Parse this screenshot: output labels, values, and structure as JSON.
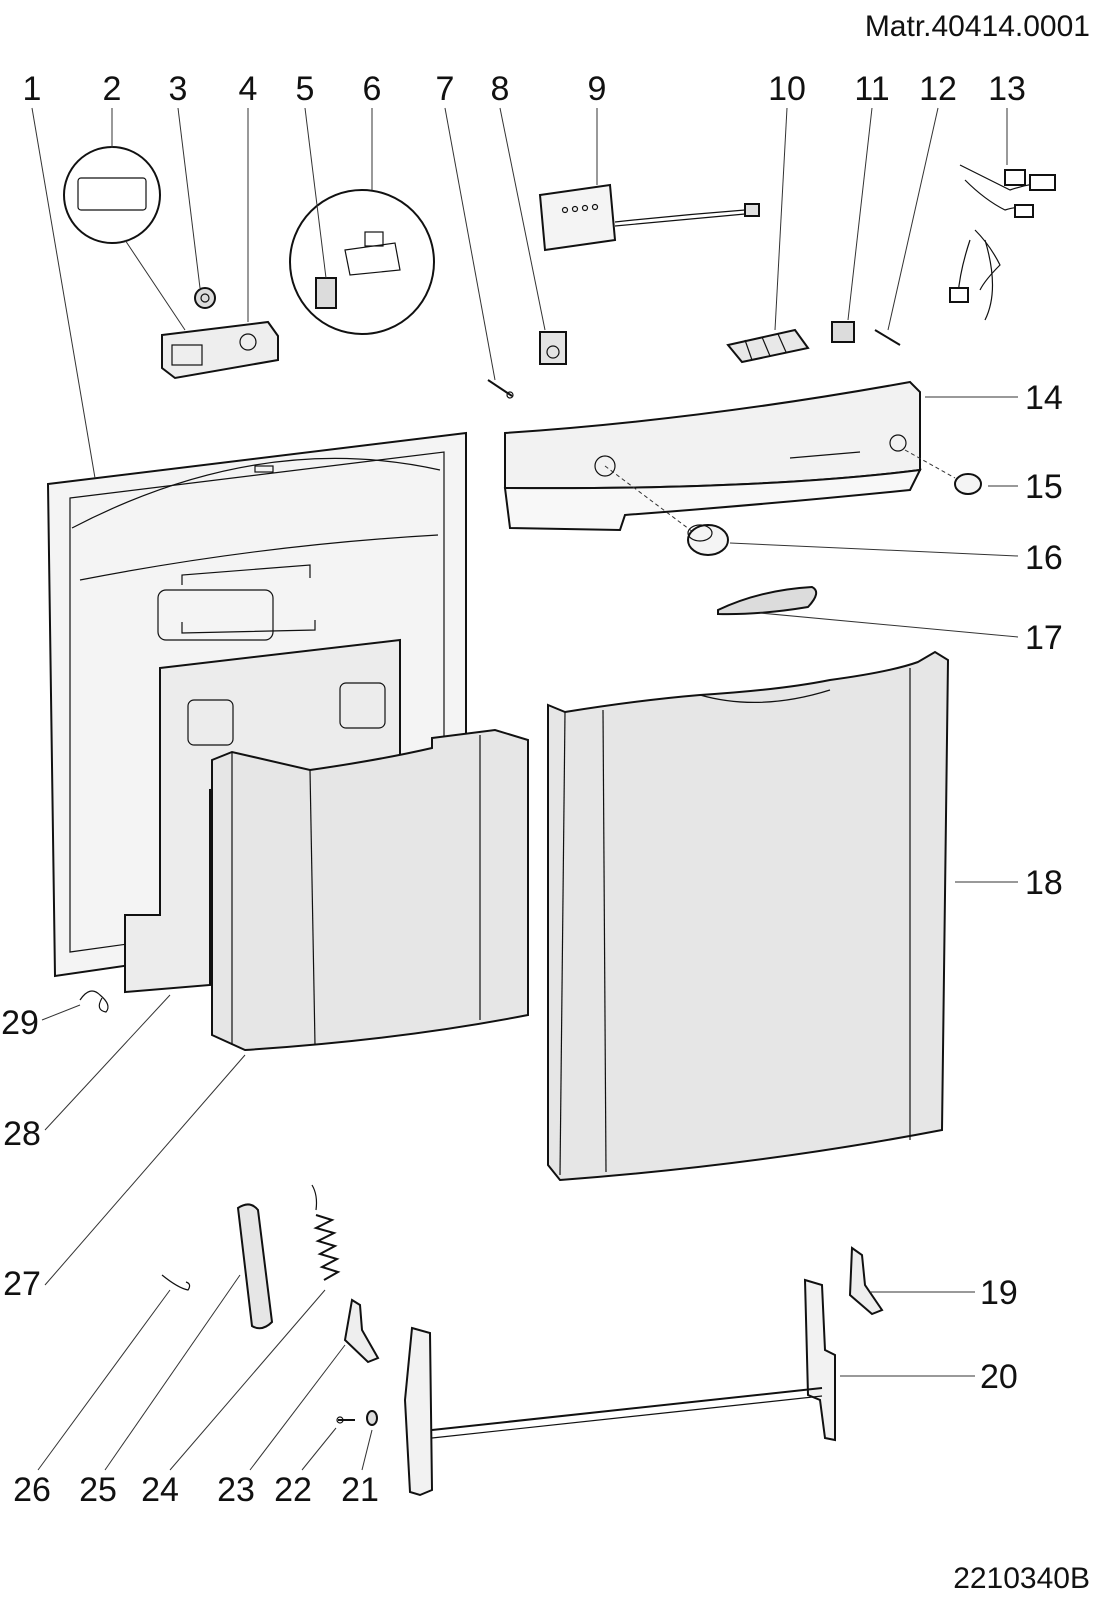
{
  "header": {
    "material_code": "Matr.40414.0001"
  },
  "footer": {
    "drawing_code": "2210340B"
  },
  "callouts": [
    "1",
    "2",
    "3",
    "4",
    "5",
    "6",
    "7",
    "8",
    "9",
    "10",
    "11",
    "12",
    "13",
    "14",
    "15",
    "16",
    "17",
    "18",
    "19",
    "20",
    "21",
    "22",
    "23",
    "24",
    "25",
    "26",
    "27",
    "28",
    "29"
  ],
  "colors": {
    "line": "#111111",
    "panel_fill": "#e6e6e6",
    "background": "#ffffff"
  }
}
